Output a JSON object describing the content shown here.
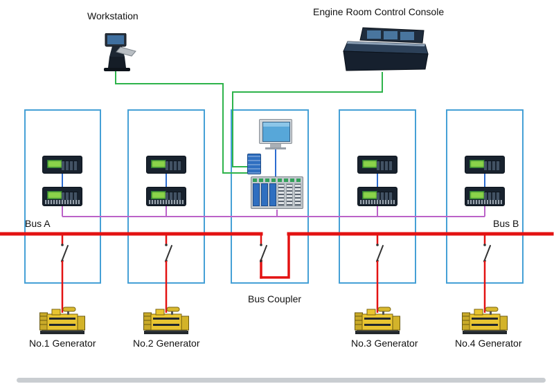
{
  "diagram": {
    "type": "power-management-system-schematic",
    "labels": {
      "workstation": "Workstation",
      "console": "Engine Room Control Console",
      "bus_a": "Bus A",
      "bus_b": "Bus B",
      "bus_coupler": "Bus Coupler",
      "generators": [
        "No.1 Generator",
        "No.2 Generator",
        "No.3 Generator",
        "No.4 Generator"
      ]
    },
    "icons": {
      "workstation": "workstation-icon",
      "console": "control-console-icon",
      "controller": "generator-controller-icon",
      "hmi": "hmi-monitor-icon",
      "plc": "plc-rack-icon",
      "module": "comm-module-icon",
      "breaker": "circuit-breaker-icon",
      "generator": "generator-icon"
    }
  },
  "colors": {
    "panel-border": "#45a0d6",
    "bus-red": "#e31212",
    "wire-green": "#2db34a",
    "wire-purple": "#bb63c8",
    "wire-blue": "#2b6bd0",
    "device-body": "#18222e",
    "lcd-green": "#8bd34a",
    "generator-yellow": "#e9c531"
  }
}
